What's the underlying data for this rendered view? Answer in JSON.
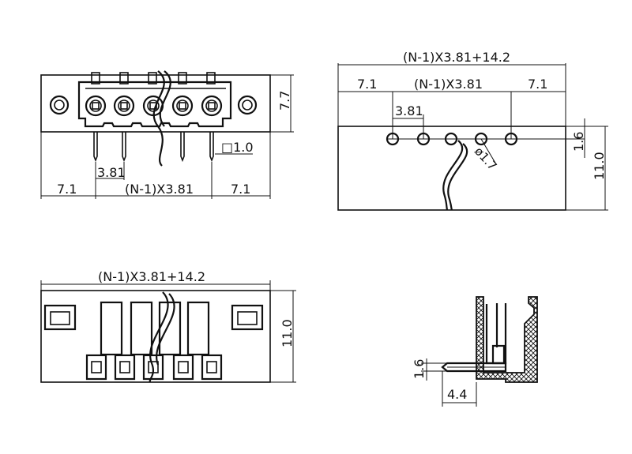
{
  "views": {
    "front": {
      "label_pitch": "3.81",
      "label_pitch_total": "(N-1)X3.81",
      "label_left_margin": "7.1",
      "label_right_margin": "7.1",
      "label_pin_square": "□1.0",
      "label_height": "7.7"
    },
    "top": {
      "label_overall": "(N-1)X3.81+14.2",
      "label_left_margin": "7.1",
      "label_pitch_total": "(N-1)X3.81",
      "label_right_margin": "7.1",
      "label_pitch": "3.81",
      "label_hole": "ø1.7",
      "label_offset": "1.6",
      "label_depth": "11.0"
    },
    "bottom": {
      "label_overall": "(N-1)X3.81+14.2",
      "label_height": "11.0"
    },
    "side": {
      "label_pin_height": "1.6",
      "label_pin_length": "4.4"
    }
  }
}
